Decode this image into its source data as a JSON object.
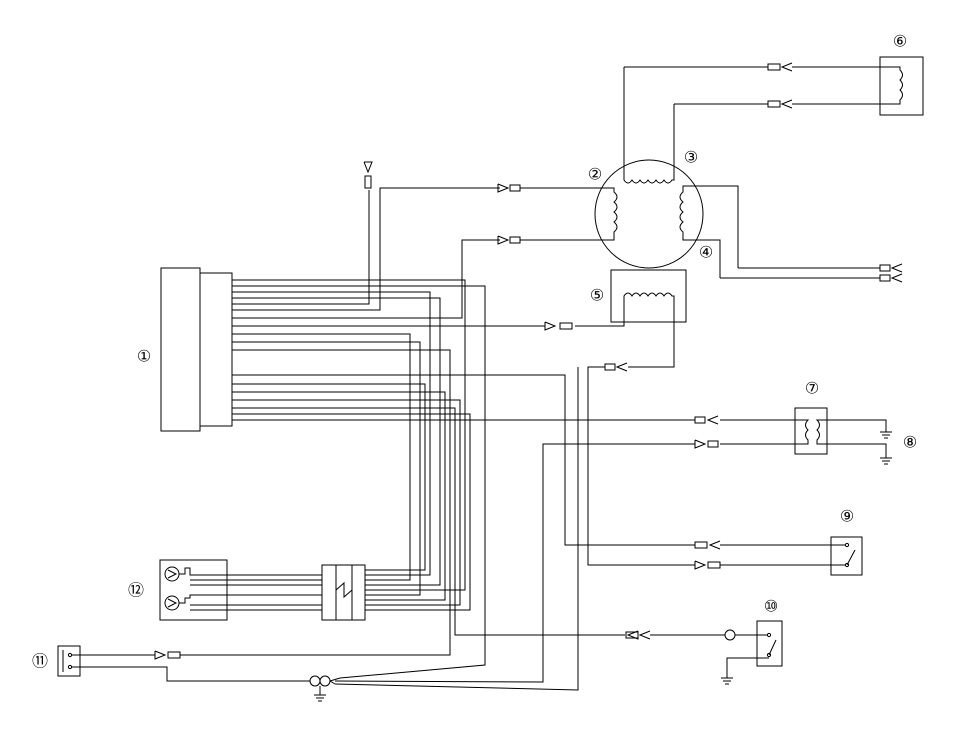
{
  "labels": {
    "n1": "①",
    "n2": "②",
    "n3": "③",
    "n4": "④",
    "n5": "⑤",
    "n6": "⑥",
    "n7": "⑦",
    "n8": "⑧",
    "n9": "⑨",
    "n10": "⑩",
    "n11": "⑪",
    "n12": "⑫"
  }
}
